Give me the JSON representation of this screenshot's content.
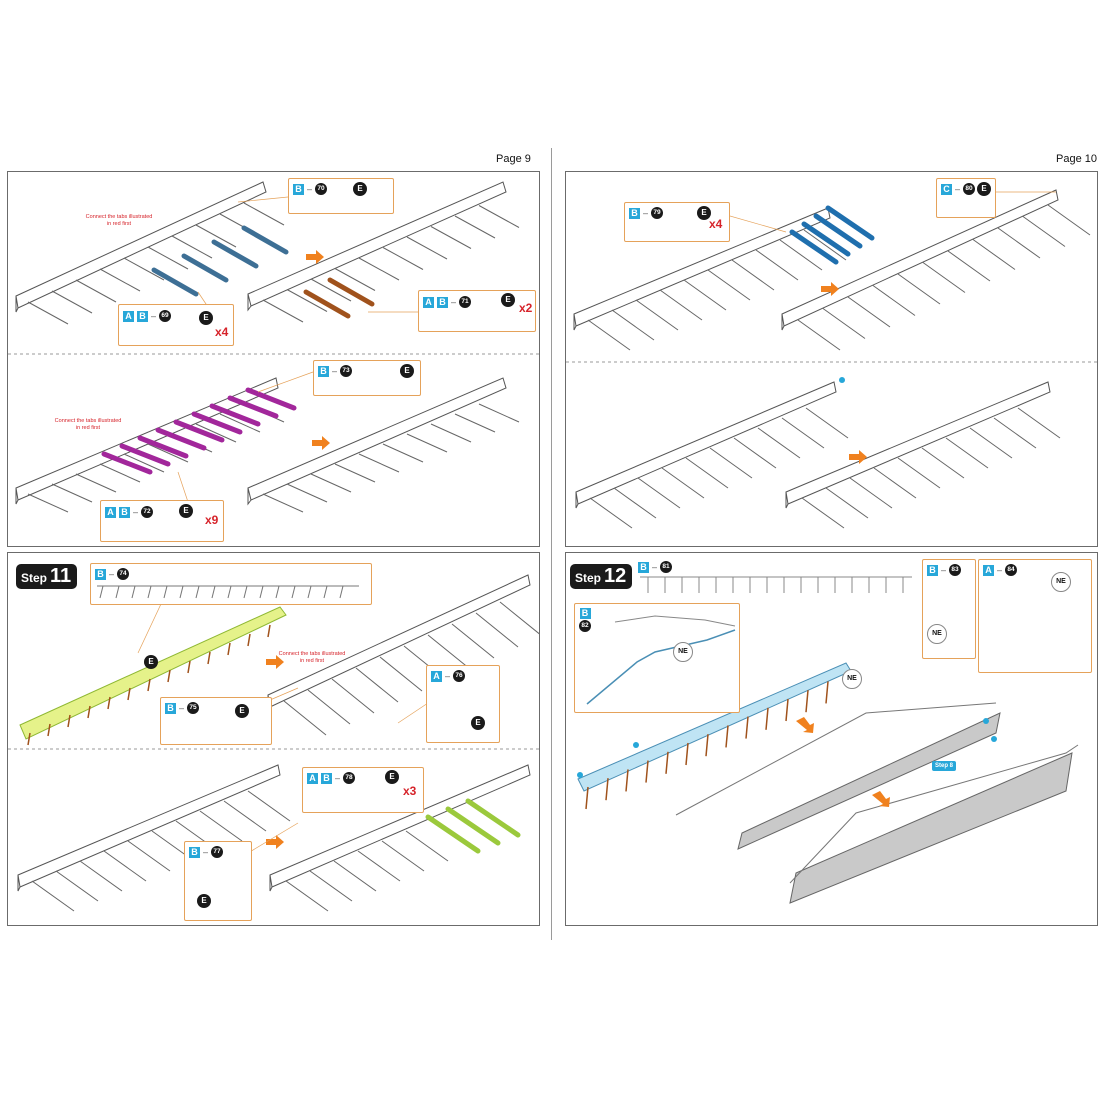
{
  "pages": {
    "left": {
      "label": "Page 9"
    },
    "right": {
      "label": "Page 10"
    }
  },
  "steps": {
    "s11": {
      "word": "Step",
      "number": "11"
    },
    "s12": {
      "word": "Step",
      "number": "12"
    }
  },
  "notes": {
    "red_tabs": "Connect the tabs illustrated in red first"
  },
  "callouts": {
    "p70": {
      "letters": [
        "B"
      ],
      "part": "70",
      "mark": "E"
    },
    "p69": {
      "letters": [
        "A",
        "B"
      ],
      "part": "69",
      "mark": "E",
      "qty": "x4"
    },
    "p71": {
      "letters": [
        "A",
        "B"
      ],
      "part": "71",
      "mark": "E",
      "qty": "x2"
    },
    "p73": {
      "letters": [
        "B"
      ],
      "part": "73",
      "mark": "E"
    },
    "p72": {
      "letters": [
        "A",
        "B"
      ],
      "part": "72",
      "mark": "E",
      "qty": "x9"
    },
    "p79": {
      "letters": [
        "B"
      ],
      "part": "79",
      "mark": "E",
      "qty": "x4"
    },
    "p80": {
      "letters": [
        "C"
      ],
      "part": "80",
      "mark": "E"
    },
    "p74": {
      "letters": [
        "B"
      ],
      "part": "74"
    },
    "p75": {
      "letters": [
        "B"
      ],
      "part": "75",
      "mark": "E"
    },
    "p76": {
      "letters": [
        "A"
      ],
      "part": "76",
      "mark": "E"
    },
    "p77": {
      "letters": [
        "B"
      ],
      "part": "77",
      "mark": "E"
    },
    "p78": {
      "letters": [
        "A",
        "B"
      ],
      "part": "78",
      "mark": "E",
      "qty": "x3"
    },
    "p81": {
      "letters": [
        "B"
      ],
      "part": "81"
    },
    "p82": {
      "letters": [
        "B"
      ],
      "part": "82",
      "dir": "NE"
    },
    "p83": {
      "letters": [
        "B"
      ],
      "part": "83",
      "dir": "NE"
    },
    "p84": {
      "letters": [
        "A"
      ],
      "part": "84",
      "dir": "NE"
    }
  },
  "step8": "Step 8",
  "colors": {
    "accent_blue": "#27a7d9",
    "arrow_orange": "#f0811e",
    "qty_red": "#d6232a",
    "part_steel": "#3d6f95",
    "part_brown": "#a0521c",
    "part_magenta": "#a2279b",
    "part_blue": "#1f6fae",
    "part_lime": "#9bc93c"
  },
  "icons": [
    "hand-pointer-icon",
    "orange-arrow-icon",
    "step-badge"
  ]
}
